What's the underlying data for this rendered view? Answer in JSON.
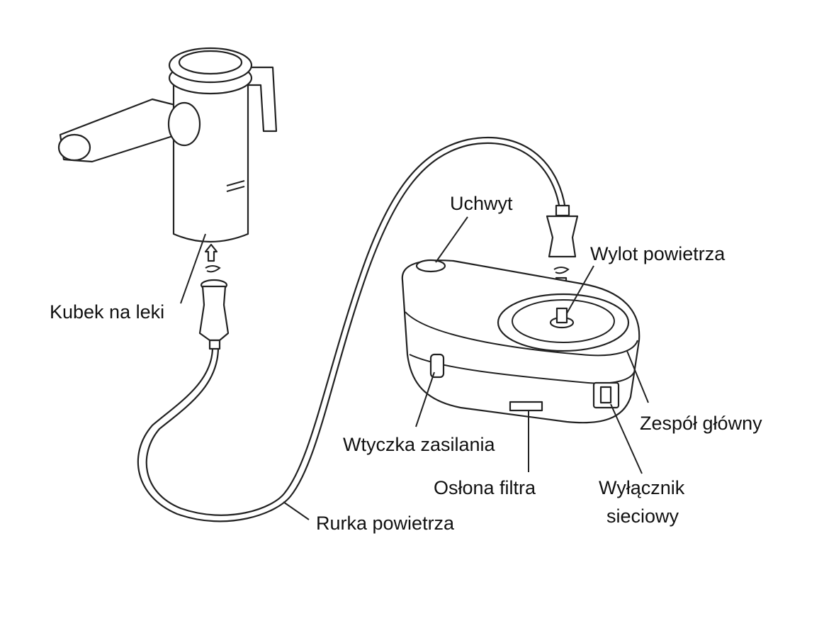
{
  "labels": {
    "handle": "Uchwyt",
    "air_outlet": "Wylot powietrza",
    "medicine_cup": "Kubek na leki",
    "main_unit": "Zespół główny",
    "power_plug": "Wtyczka zasilania",
    "filter_cover": "Osłona filtra",
    "power_switch_line1": "Wyłącznik",
    "power_switch_line2": "sieciowy",
    "air_tube": "Rurka powietrza"
  }
}
